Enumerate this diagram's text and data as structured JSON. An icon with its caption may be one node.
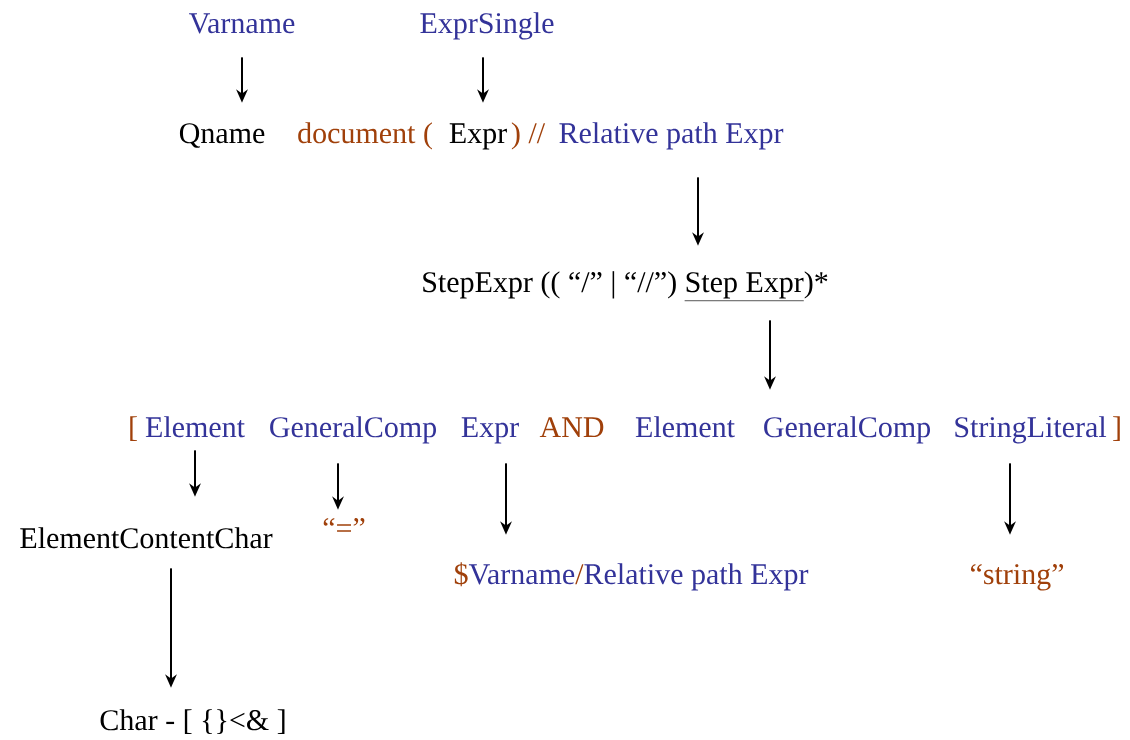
{
  "diagram": {
    "nodes": [
      {
        "text": [
          "Varname"
        ]
      },
      {
        "text": [
          "ExprSingle"
        ]
      },
      {
        "text": [
          "Qname"
        ]
      },
      {
        "text": [
          "Expr"
        ]
      },
      {
        "text": [
          "Relative path Expr"
        ]
      },
      {
        "text": [
          "StepExpr (( “/” | “//”)",
          "Step Expr",
          ")*"
        ]
      },
      {
        "text": [
          "Element"
        ]
      },
      {
        "text": [
          "GeneralComp"
        ]
      },
      {
        "text": [
          "Expr"
        ]
      },
      {
        "text": [
          "GeneralComp"
        ]
      },
      {
        "text": [
          "StringLiteral"
        ]
      },
      {
        "text": [
          "ElementContentChar"
        ]
      },
      {
        "text": [
          "“=”"
        ]
      },
      {
        "text": [
          "$",
          "Varname",
          "/",
          "Relative path Expr"
        ]
      },
      {
        "text": [
          "“string”"
        ]
      },
      {
        "text": [
          "Char -  [ {}<& ]"
        ]
      }
    ],
    "edges": [
      {
        "from": 0,
        "to": 2,
        "arrow": "to"
      },
      {
        "from": 1,
        "to": 3,
        "arrow": "to"
      },
      {
        "from": 4,
        "to": 5,
        "arrow": "to"
      },
      {
        "from": 5,
        "to": 9,
        "arrow": "to"
      },
      {
        "from": 6,
        "to": 11,
        "arrow": "to"
      },
      {
        "from": 7,
        "to": 12,
        "arrow": "to"
      },
      {
        "from": 8,
        "to": 13,
        "arrow": "to"
      },
      {
        "from": 10,
        "to": 14,
        "arrow": "to"
      },
      {
        "from": 11,
        "to": 15,
        "arrow": "to"
      }
    ],
    "labels": [
      "document (",
      ") //",
      "[",
      "AND",
      "Element",
      "]"
    ]
  }
}
